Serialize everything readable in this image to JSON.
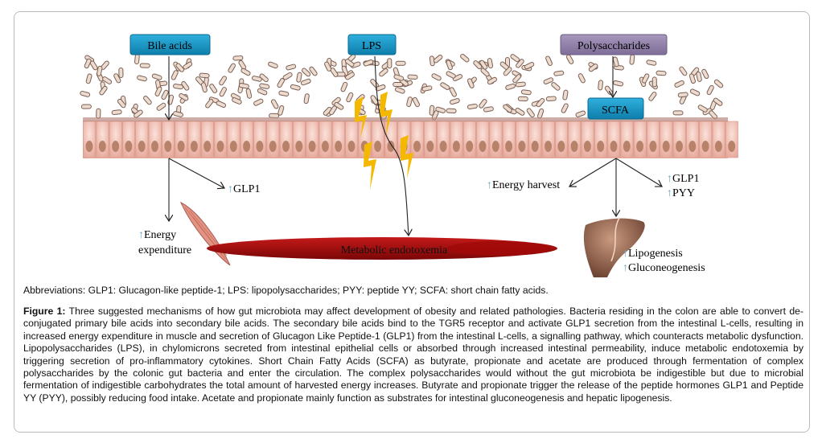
{
  "figure": {
    "boxes": {
      "bile_acids": "Bile acids",
      "lps": "LPS",
      "polysaccharides": "Polysaccharides",
      "scfa": "SCFA"
    },
    "labels": {
      "glp1_left": "GLP1",
      "energy_expenditure_1": "Energy",
      "energy_expenditure_2": "expenditure",
      "metabolic_endotoxemia": "Metabolic endotoxemia",
      "energy_harvest": "Energy harvest",
      "glp1_right": "GLP1",
      "pyy": "PYY",
      "lipogenesis": "Lipogenesis",
      "gluconeogenesis": "Gluconeogenesis",
      "up_arrow": "↑"
    },
    "colors": {
      "box_blue": "#1a93c2",
      "box_purple": "#8f7fa8",
      "lightning": "#f5b800",
      "vessel": "#b50d0d",
      "epithelium": "#f0c0b4",
      "up_arrow": "#6aa6c8"
    }
  },
  "abbreviations": "Abbreviations: GLP1: Glucagon-like peptide-1; LPS: lipopolysaccharides; PYY: peptide YY; SCFA: short chain fatty acids.",
  "caption": {
    "label": "Figure 1:",
    "text": " Three suggested mechanisms of how gut microbiota may affect development of obesity and related pathologies. Bacteria residing in the colon are able to convert de-conjugated primary bile acids into secondary bile acids. The secondary bile acids bind to the TGR5 receptor and activate GLP1 secretion from the intestinal L-cells, resulting in increased energy expenditure in muscle and secretion of Glucagon Like Peptide-1 (GLP1) from the intestinal L-cells, a signalling pathway, which counteracts metabolic dysfunction. Lipopolysaccharides (LPS), in chylomicrons secreted from intestinal epithelial cells or absorbed through increased intestinal permeability, induce metabolic endotoxemia by triggering secretion of pro-inflammatory cytokines. Short Chain Fatty Acids (SCFA) as butyrate, propionate and acetate are produced through fermentation of complex polysaccharides by the colonic gut bacteria and enter the circulation. The complex polysaccharides would without the gut microbiota be indigestible but due to microbial fermentation of indigestible carbohydrates the total amount of harvested energy increases. Butyrate and propionate trigger the release of the peptide hormones GLP1 and Peptide YY (PYY), possibly reducing food intake. Acetate and propionate mainly function as substrates for intestinal gluconeogenesis and hepatic lipogenesis."
  }
}
